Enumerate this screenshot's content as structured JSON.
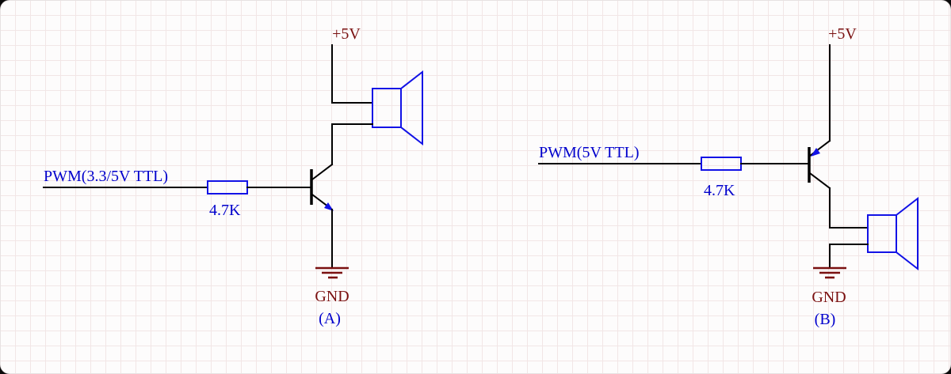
{
  "colors": {
    "canvas_bg": "#fdfcfc",
    "grid": "#f2e6e6",
    "wire": "#000000",
    "component_blue": "#1212e6",
    "label_blue": "#0000cc",
    "power_maroon": "#7a1010"
  },
  "circuit_a": {
    "supply_label": "+5V",
    "input_label": "PWM(3.3/5V TTL)",
    "resistor_value": "4.7K",
    "ground_label": "GND",
    "caption": "(A)",
    "transistor": "NPN",
    "load": "speaker"
  },
  "circuit_b": {
    "supply_label": "+5V",
    "input_label": "PWM(5V TTL)",
    "resistor_value": "4.7K",
    "ground_label": "GND",
    "caption": "(B)",
    "transistor": "PNP",
    "load": "speaker"
  }
}
